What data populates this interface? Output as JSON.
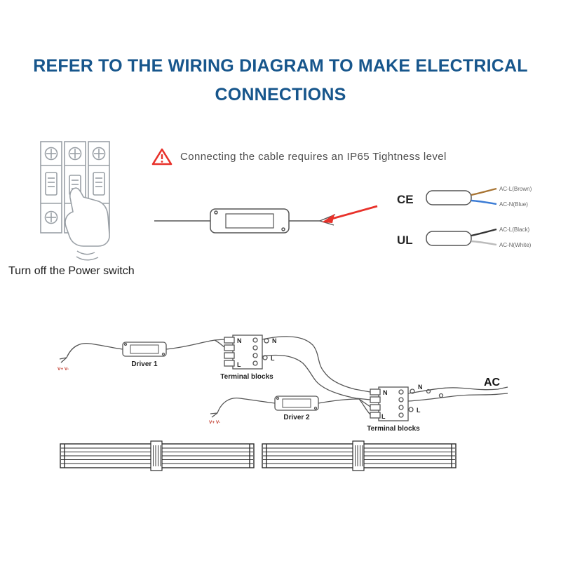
{
  "title": {
    "line1": "REFER TO THE WIRING DIAGRAM TO MAKE ELECTRICAL",
    "line2": "CONNECTIONS"
  },
  "power_switch": {
    "caption": "Turn off the Power switch"
  },
  "warning": {
    "text": "Connecting the cable requires an IP65 Tightness level"
  },
  "cable_detail": {
    "ce": {
      "label": "CE",
      "wire_top": "AC-L(Brown)",
      "wire_bottom": "AC-N(Blue)"
    },
    "ul": {
      "label": "UL",
      "wire_top": "AC-L(Black)",
      "wire_bottom": "AC-N(White)"
    }
  },
  "wiring": {
    "driver1_label": "Driver 1",
    "driver2_label": "Driver 2",
    "terminal_blocks_label": "Terminal blocks",
    "ac_label": "AC",
    "n_label": "N",
    "l_label": "L",
    "vplus_vminus": "V+ V-"
  },
  "colors": {
    "title_blue": "#17568C",
    "warning_red": "#E8312A",
    "wire_brown": "#A87433",
    "wire_blue": "#3A7BD5",
    "wire_black": "#333333",
    "wire_white": "#BBBBBB",
    "line_gray": "#555555",
    "breaker_gray": "#9AA0A6"
  }
}
